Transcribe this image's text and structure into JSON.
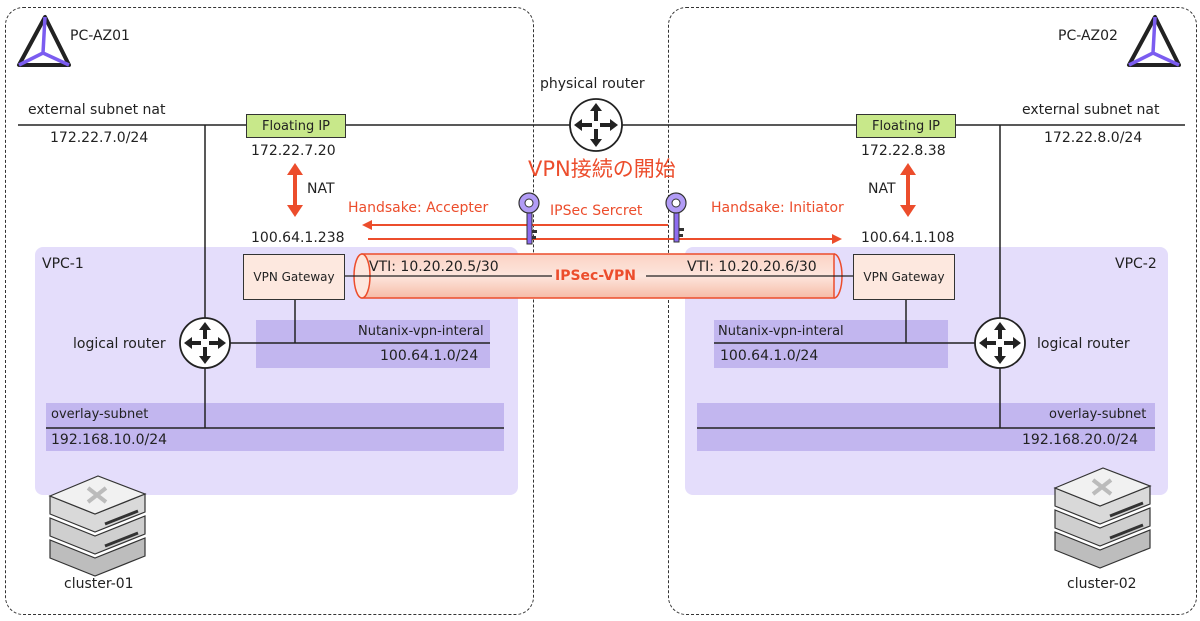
{
  "az1": {
    "name": "PC-AZ01",
    "cluster": "cluster-01"
  },
  "az2": {
    "name": "PC-AZ02",
    "cluster": "cluster-02"
  },
  "external": {
    "left_label": "external subnet nat",
    "left_cidr": "172.22.7.0/24",
    "right_label": "external subnet nat",
    "right_cidr": "172.22.8.0/24"
  },
  "router": {
    "label": "physical router"
  },
  "floating": {
    "left_label": "Floating IP",
    "left_ip": "172.22.7.20",
    "right_label": "Floating IP",
    "right_ip": "172.22.8.38"
  },
  "vpn_title": "VPN接続の開始",
  "nat": {
    "left": "NAT",
    "right": "NAT"
  },
  "handshake": {
    "left": "Handsake: Accepter",
    "right": "Handsake: Initiator",
    "secret": "IPSec Sercret"
  },
  "gw_ip": {
    "left": "100.64.1.238",
    "right": "100.64.1.108"
  },
  "vpc1": {
    "name": "VPC-1",
    "gateway": "VPN Gateway",
    "vti": "VTI: 10.20.20.5/30",
    "logical_router": "logical router",
    "internal_name": "Nutanix-vpn-interal",
    "internal_cidr": "100.64.1.0/24",
    "overlay_name": "overlay-subnet",
    "overlay_cidr": "192.168.10.0/24"
  },
  "vpc2": {
    "name": "VPC-2",
    "gateway": "VPN Gateway",
    "vti": "VTI: 10.20.20.6/30",
    "logical_router": "logical router",
    "internal_name": "Nutanix-vpn-interal",
    "internal_cidr": "100.64.1.0/24",
    "overlay_name": "overlay-subnet",
    "overlay_cidr": "192.168.20.0/24"
  },
  "tunnel_label": "IPSec-VPN",
  "colors": {
    "accent": "#ec4d2c",
    "vpc": "#e4ddfb",
    "subnet": "#c2b6ef",
    "floating": "#c8e88a",
    "gateway": "#fde8df",
    "prism": "#7b5cf0"
  }
}
